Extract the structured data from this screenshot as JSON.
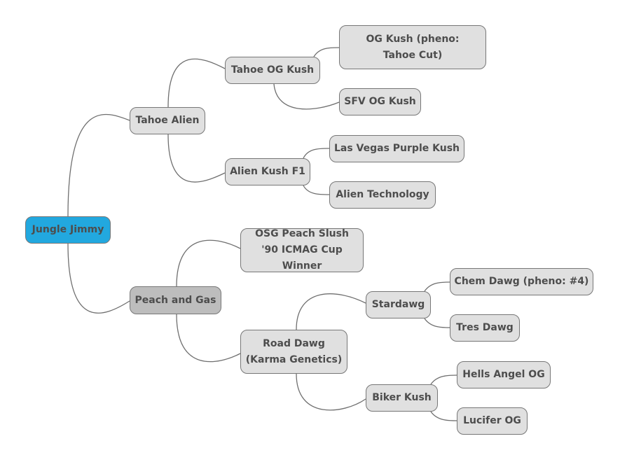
{
  "colors": {
    "root": "#22a8df",
    "node": "#e0e0e0",
    "selected": "#bdbdbd",
    "text": "#4d4d4d",
    "edge": "#6f6f6f"
  },
  "nodes": {
    "root": "Jungle Jimmy",
    "tahoe_alien": "Tahoe Alien",
    "peach_and_gas": "Peach and Gas",
    "tahoe_og_kush": "Tahoe OG Kush",
    "alien_kush_f1": "Alien Kush F1",
    "og_kush_tahoe_cut": "OG Kush (pheno: Tahoe Cut)",
    "sfv_og_kush": "SFV OG Kush",
    "las_vegas_purple_kush": "Las Vegas Purple Kush",
    "alien_technology": "Alien Technology",
    "osg_peach_slush": "OSG Peach Slush '90 ICMAG Cup Winner",
    "road_dawg": "Road Dawg (Karma Genetics)",
    "stardawg": "Stardawg",
    "biker_kush": "Biker Kush",
    "chem_dawg": "Chem Dawg (pheno: #4)",
    "tres_dawg": "Tres Dawg",
    "hells_angel_og": "Hells Angel OG",
    "lucifer_og": "Lucifer OG"
  }
}
